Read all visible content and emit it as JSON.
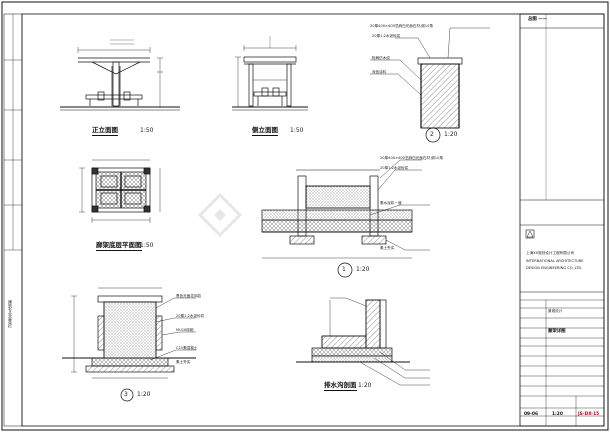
{
  "drawings": {
    "front_elevation": {
      "title": "正立面图",
      "scale": "1:50"
    },
    "side_elevation": {
      "title": "侧立面图",
      "scale": "1:50"
    },
    "plan": {
      "title": "廊架底层平面图",
      "scale": "1:50"
    },
    "detail_1": {
      "mark": "1",
      "scale": "1:20"
    },
    "detail_2": {
      "mark": "2",
      "scale": "1:20"
    },
    "detail_3": {
      "mark": "3",
      "scale": "1:20"
    },
    "drain_section": {
      "title": "排水沟剖面",
      "scale": "1:20"
    }
  },
  "notes": {
    "detail_2": [
      "20厚400×400芝麻白光面石材,倒10角",
      "20厚1:2水泥砂浆",
      "粉刷仿木纹",
      "深色涂料"
    ],
    "detail_1": [
      "20厚400×400芝麻白光面石材,倒10角",
      "20厚1:2水泥砂浆",
      "素水泥浆一道",
      "素土夯实"
    ],
    "detail_3": [
      "黑色光面花岗岩",
      "20厚1:2水泥砂浆",
      "MU10砖砌",
      "C15素混凝土",
      "素土夯实"
    ]
  },
  "title_block": {
    "company_cn": "上海XX规划设计工程有限公司",
    "company_en1": "INTERNATIONAL ARCHITECTURE",
    "company_en2": "DESIGN ENGINEERING CO.,LTD.",
    "top_label": "总图 ——",
    "project_label": "景观设计",
    "drawing_name": "廊架详图",
    "date": "09-06",
    "scale": "1:20",
    "drawing_no": "JS-DX-15",
    "side_label": "建筑专业会签栏"
  },
  "colors": {
    "line": "#111111",
    "hatch": "#444444",
    "accent": "#c0001a"
  }
}
